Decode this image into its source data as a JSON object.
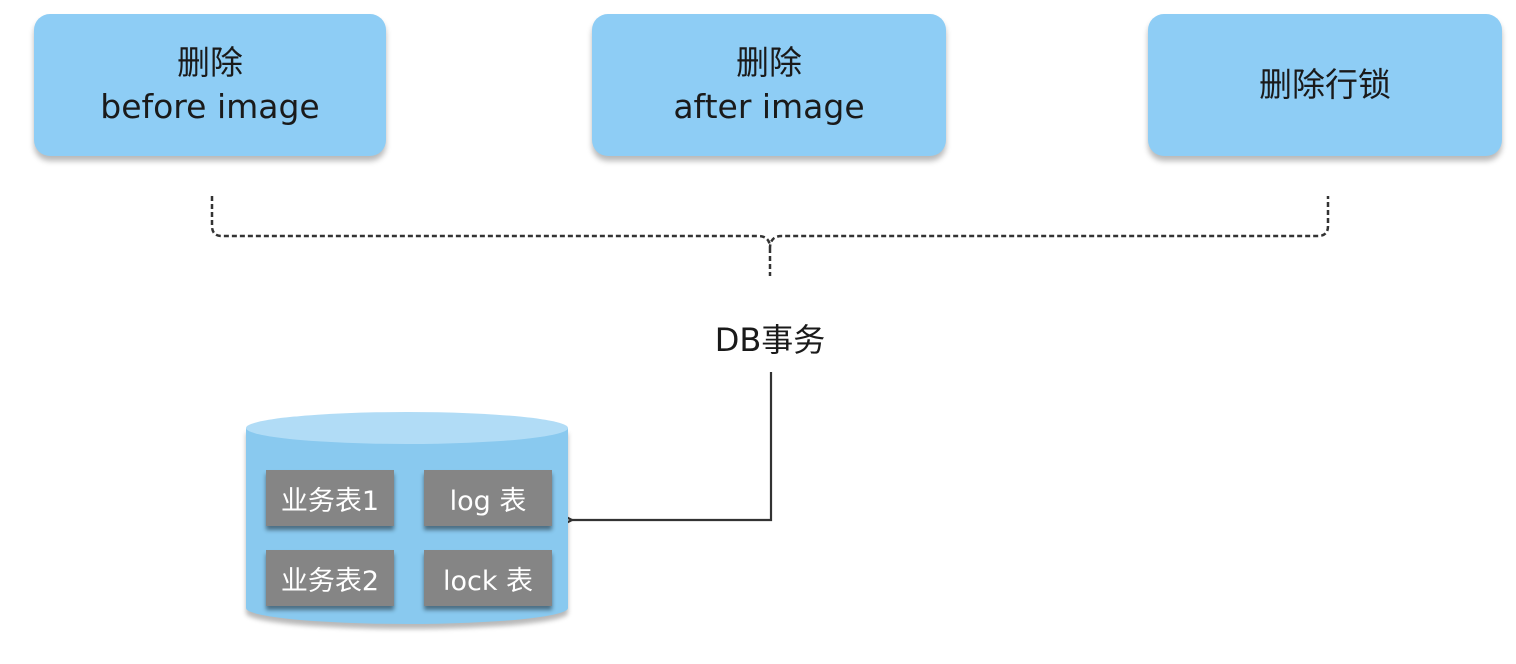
{
  "steps": [
    {
      "line1": "删除",
      "line2": "before image"
    },
    {
      "line1": "删除",
      "line2": "after image"
    },
    {
      "line1": "删除行锁"
    }
  ],
  "transaction_label": "DB事务",
  "database": {
    "tables": [
      "业务表1",
      "log 表",
      "业务表2",
      "lock 表"
    ]
  },
  "colors": {
    "box_fill": "#8ecdf5",
    "db_body": "#89c9ef",
    "db_top": "#b1dcf6",
    "table_fill": "#858585",
    "line": "#333333"
  }
}
